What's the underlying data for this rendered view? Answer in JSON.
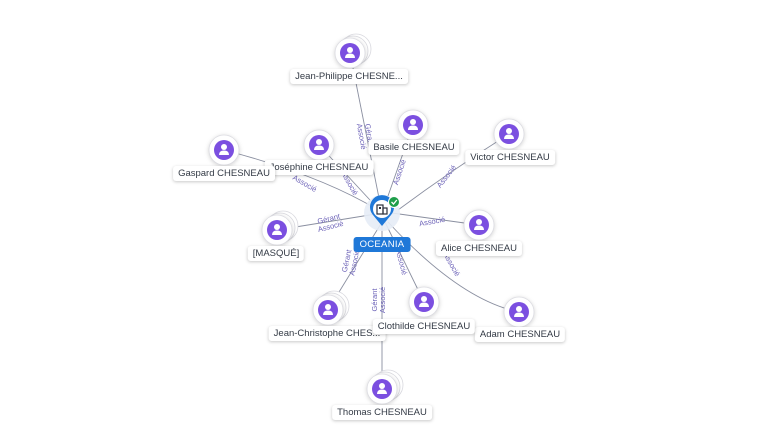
{
  "company": {
    "name": "OCEANIA",
    "icon": "building-icon",
    "status_icon": "verified-check-icon",
    "brand_color": "#1f78d8",
    "status_color": "#1e9e4a"
  },
  "person_icon": "person-avatar-icon",
  "person_color": "#7b4fe0",
  "people": [
    {
      "label": "Jean-Philippe CHESNE...",
      "relation": [
        "Gérant",
        "Associé"
      ]
    },
    {
      "label": "Basile CHESNEAU",
      "relation": [
        "Associé"
      ]
    },
    {
      "label": "Victor CHESNEAU",
      "relation": [
        "Associé"
      ]
    },
    {
      "label": "Joséphine CHESNEAU",
      "relation": [
        "Associé"
      ]
    },
    {
      "label": "Gaspard CHESNEAU",
      "relation": [
        "Associé"
      ]
    },
    {
      "label": "[MASQUÉ]",
      "relation": [
        "Gérant",
        "Associé"
      ]
    },
    {
      "label": "Alice CHESNEAU",
      "relation": [
        "Associé"
      ]
    },
    {
      "label": "Adam CHESNEAU",
      "relation": [
        "Associé"
      ]
    },
    {
      "label": "Jean-Christophe CHES...",
      "relation": [
        "Gérant",
        "Associé"
      ]
    },
    {
      "label": "Clothilde CHESNEAU",
      "relation": [
        "Associé"
      ]
    },
    {
      "label": "Thomas CHESNEAU",
      "relation": [
        "Gérant",
        "Associé"
      ]
    }
  ]
}
